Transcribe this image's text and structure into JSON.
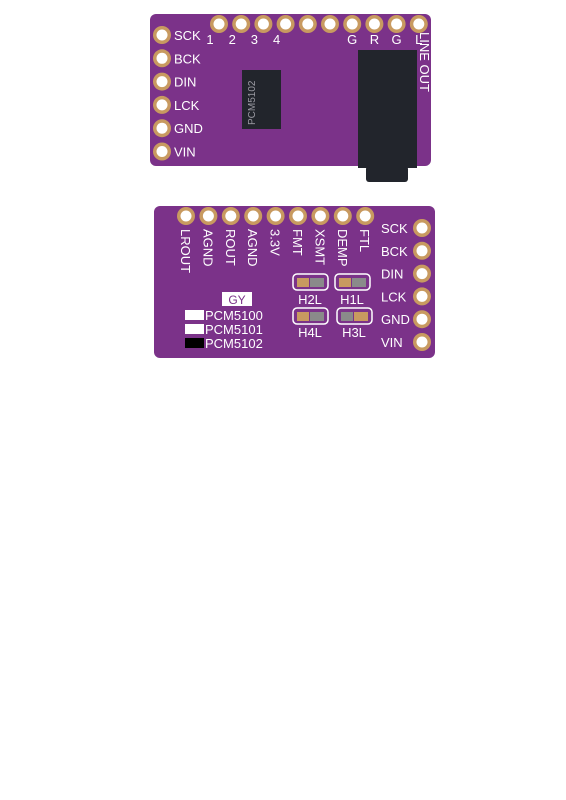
{
  "colors": {
    "pcb": "#7b3289",
    "pad_ring": "#c89a60",
    "pad_hole": "#ffffff",
    "chip": "#22252c",
    "jack": "#22252c",
    "label": "#ffffff",
    "jumper_fill": "#c89a60",
    "jumper_gray": "#8a8a8a"
  },
  "top_board": {
    "left_pins": [
      "SCK",
      "BCK",
      "DIN",
      "LCK",
      "GND",
      "VIN"
    ],
    "top_pins": [
      "1",
      "2",
      "3",
      "4",
      "",
      "",
      "G",
      "R",
      "G",
      "L"
    ],
    "chip_label": "PCM5102",
    "jack_label": "LINE OUT"
  },
  "bottom_board": {
    "top_pins": [
      "LROUT",
      "AGND",
      "ROUT",
      "AGND",
      "3.3V",
      "FMT",
      "XSMT",
      "DEMP",
      "FTL"
    ],
    "right_pins": [
      "SCK",
      "BCK",
      "DIN",
      "LCK",
      "GND",
      "VIN"
    ],
    "jumpers": [
      "H2L",
      "H1L",
      "H4L",
      "H3L"
    ],
    "brand": "GY",
    "variants": [
      {
        "name": "PCM5100",
        "selected": false
      },
      {
        "name": "PCM5101",
        "selected": false
      },
      {
        "name": "PCM5102",
        "selected": true
      }
    ]
  }
}
